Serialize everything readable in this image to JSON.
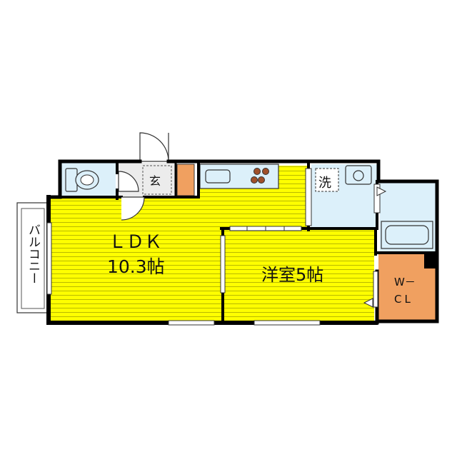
{
  "rooms": {
    "ldk": {
      "name": "ＬＤＫ",
      "size": "10.3帖"
    },
    "western_room": {
      "name": "洋室5帖"
    },
    "closet": {
      "name_line1": "W－",
      "name_line2": "CL"
    },
    "balcony": {
      "name": "バルコニー"
    },
    "entrance": {
      "name": "玄"
    },
    "laundry": {
      "name": "洗"
    }
  },
  "colors": {
    "floor_yellow": "#ffff00",
    "stripe": "#b9b900",
    "wet_area_blue": "#dcf0fa",
    "closet_orange": "#f0a060",
    "entrance_gray": "#ececec",
    "wall": "#000000"
  }
}
